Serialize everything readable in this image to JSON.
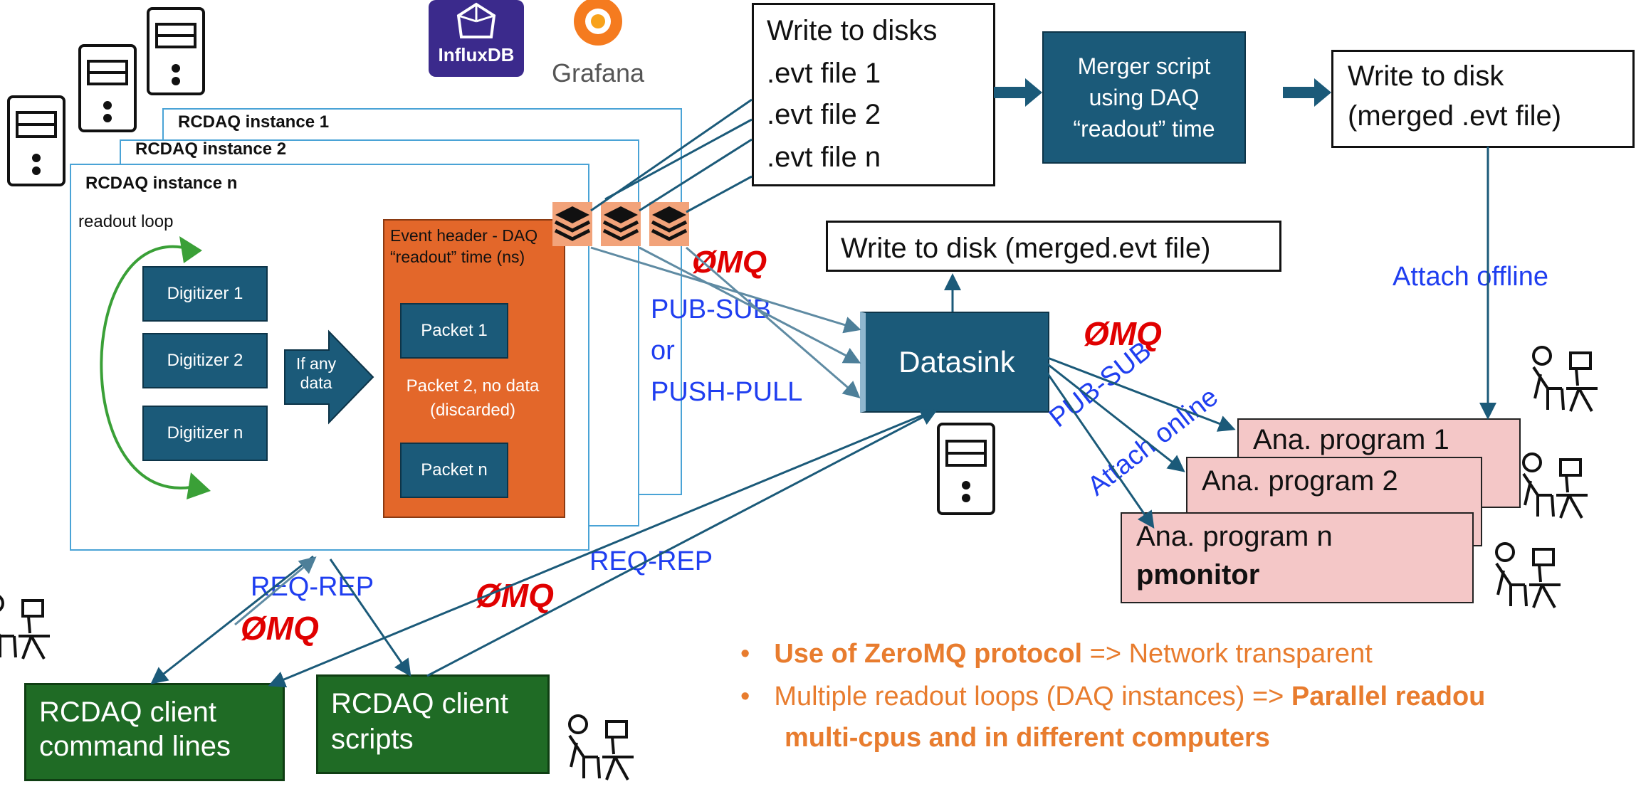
{
  "logos": {
    "influx": "InfluxDB",
    "grafana": "Grafana"
  },
  "instances": [
    {
      "label": "RCDAQ instance 1"
    },
    {
      "label": "RCDAQ instance 2"
    },
    {
      "label": "RCDAQ instance n"
    }
  ],
  "readout_loop": "readout loop",
  "digitizers": [
    "Digitizer 1",
    "Digitizer 2",
    "Digitizer n"
  ],
  "if_any_data": "If any data",
  "event": {
    "header": "Event header - DAQ “readout” time (ns)",
    "packet1": "Packet 1",
    "packet2": "Packet 2, no data (discarded)",
    "packetn": "Packet n"
  },
  "write_disks": {
    "title": "Write to disks",
    "files": [
      ".evt file 1",
      ".evt file 2",
      ".evt file n"
    ]
  },
  "merger": "Merger script using DAQ “readout” time",
  "write_merged_top": {
    "line1": "Write to disk",
    "line2": "(merged .evt file)"
  },
  "write_merged_mid": "Write to disk (merged.evt file)",
  "datasink": "Datasink",
  "zmq": "ØMQ",
  "pubsub_or": {
    "l1": "PUB-SUB",
    "l2": "or",
    "l3": "PUSH-PULL"
  },
  "attach_offline": "Attach offline",
  "pub_sub": "PUB-SUB",
  "attach_online": "Attach online",
  "ana": {
    "p1": "Ana. program 1",
    "p2": "Ana. program 2",
    "pn": "Ana. program n",
    "pmon": "pmonitor"
  },
  "req_rep": "REQ-REP",
  "clients": {
    "cmd": {
      "l1": "RCDAQ client",
      "l2": "command lines"
    },
    "scripts": {
      "l1": "RCDAQ client",
      "l2": "scripts"
    }
  },
  "bullets": {
    "b1_bold": "Use of ZeroMQ protocol",
    "b1_rest": " => Network transparent",
    "b2_text": "Multiple readout loops (DAQ instances) => ",
    "b2_bold": "Parallel readou",
    "b3_bold": "multi-cpus and in different computers"
  },
  "colors": {
    "dark_blue": "#1b5a79",
    "orange": "#e3672a",
    "green": "#1f6b25",
    "pink": "#f4c7c7",
    "zmq_red": "#e00000",
    "label_blue": "#1f3ef0",
    "bullet_orange": "#e87c2e"
  }
}
